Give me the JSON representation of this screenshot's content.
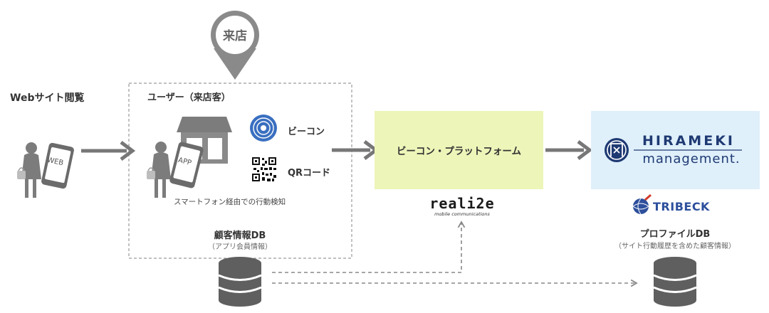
{
  "labels": {
    "web_browsing": "Webサイト閲覧",
    "visit_pin": "来店",
    "user_group": "ユーザー（来店客）",
    "beacon": "ビーコン",
    "qr_code": "QRコード",
    "smartphone_detection": "スマートフォン経由での行動検知",
    "customer_db": "顧客情報DB",
    "customer_db_sub": "（アプリ会員情報）",
    "beacon_platform": "ビーコン・プラットフォーム",
    "profile_db": "プロファイルDB",
    "profile_db_sub": "（サイト行動履歴を含めた顧客情報）"
  },
  "devices": {
    "web_phone": "WEB",
    "app_phone": "APP"
  },
  "logos": {
    "realize_main": "reali2e",
    "realize_sub": "mobile communications",
    "hirameki_main": "HIRAMEKI",
    "hirameki_sub": "management.",
    "tribeck": "TRIBECK"
  },
  "colors": {
    "platform_bg": "#eef5b9",
    "hirameki_bg": "#dff0fb",
    "arrow": "#777777",
    "db_dark": "#5f5f5f",
    "beacon_blue": "#3a6fc0"
  }
}
